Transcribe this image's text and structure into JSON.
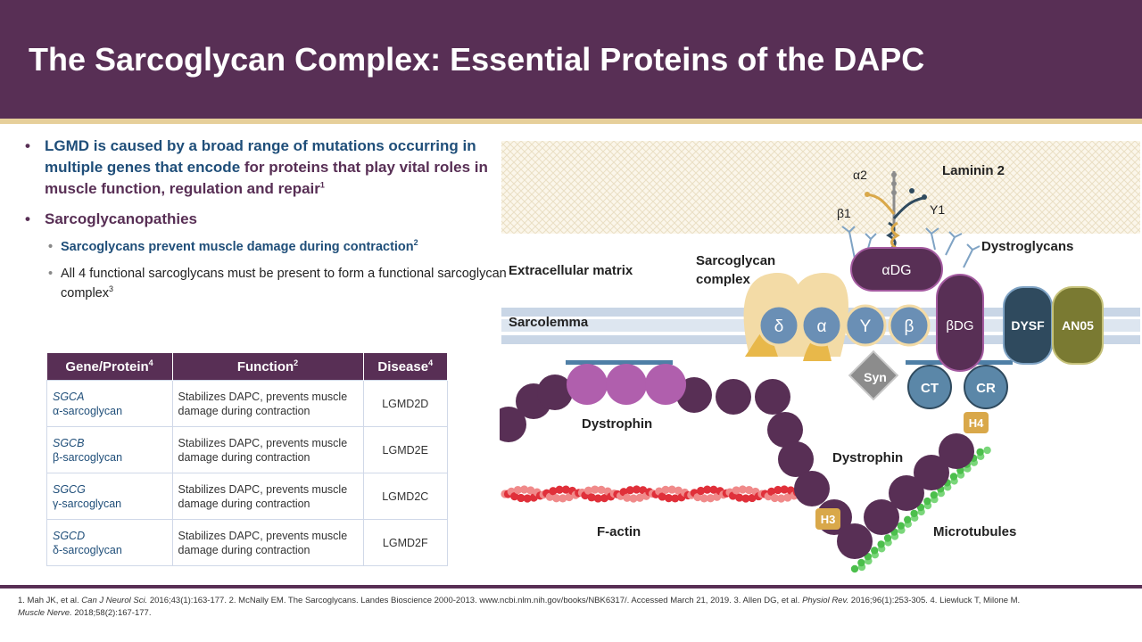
{
  "slide": {
    "title": "The Sarcoglycan Complex: Essential Proteins of the DAPC"
  },
  "bullets": {
    "main1_part1": "LGMD is caused by a broad range of mutations occurring in multiple genes that encode",
    "main1_part2": "for proteins that play vital roles in muscle function, regulation and repair",
    "main1_ref": "1",
    "main2": "Sarcoglycanopathies",
    "sub1": "Sarcoglycans prevent muscle damage during contraction",
    "sub1_ref": "2",
    "sub2": "All 4 functional sarcoglycans must be present to form a functional sarcoglycan complex",
    "sub2_ref": "3"
  },
  "table": {
    "headers": [
      {
        "label": "Gene/Protein",
        "ref": "4"
      },
      {
        "label": "Function",
        "ref": "2"
      },
      {
        "label": "Disease",
        "ref": "4"
      }
    ],
    "rows": [
      {
        "gene": "SGCA",
        "protein": "α-sarcoglycan",
        "function": "Stabilizes DAPC, prevents muscle damage during contraction",
        "disease": "LGMD2D"
      },
      {
        "gene": "SGCB",
        "protein": "β-sarcoglycan",
        "function": "Stabilizes DAPC, prevents muscle damage during contraction",
        "disease": "LGMD2E"
      },
      {
        "gene": "SGCG",
        "protein": "γ-sarcoglycan",
        "function": "Stabilizes DAPC, prevents muscle damage during contraction",
        "disease": "LGMD2C"
      },
      {
        "gene": "SGCD",
        "protein": "δ-sarcoglycan",
        "function": "Stabilizes DAPC, prevents muscle damage during contraction",
        "disease": "LGMD2F"
      }
    ]
  },
  "diagram": {
    "labels": {
      "alpha2": "α2",
      "laminin": "Laminin 2",
      "beta1": "β1",
      "gamma1": "Y1",
      "dystroglycans": "Dystroglycans",
      "ecm": "Extracellular matrix",
      "sgc1": "Sarcoglycan",
      "sgc2": "complex",
      "alphaDG": "αDG",
      "sarcolemma": "Sarcolemma",
      "sg_delta": "δ",
      "sg_alpha": "α",
      "sg_gamma": "Y",
      "sg_beta": "β",
      "betaDG": "βDG",
      "dysf": "DYSF",
      "ano5": "AN05",
      "syn": "Syn",
      "ct": "CT",
      "cr": "CR",
      "dystrophin1": "Dystrophin",
      "h4": "H4",
      "dystrophin2": "Dystrophin",
      "factin": "F-actin",
      "h3": "H3",
      "microtubules": "Microtubules"
    },
    "colors": {
      "dystrophin": "#582f55",
      "sarcoglycan_circle": "#6a8fb5",
      "hinge": "#d9a84a",
      "ct_cr": "#5b87a8",
      "dysf": "#2f4a5e",
      "ano5": "#7a7a32",
      "syn": "#8c8c8c",
      "factin": "#e0303a",
      "microtubule": "#4cbf4c"
    }
  },
  "references": {
    "r1a": "1. Mah JK, et al. ",
    "r1j": "Can J Neurol Sci.",
    "r1b": " 2016;43(1):163-177. 2. McNally EM. The Sarcoglycans. Landes Bioscience 2000-2013. www.ncbi.nlm.nih.gov/books/NBK6317/. Accessed March 21, 2019. 3. Allen DG, et al. ",
    "r1j2": "Physiol Rev.",
    "r1c": " 2016;96(1):253-305. 4. Liewluck T, Milone M. ",
    "r1j3": "Muscle Nerve.",
    "r1d": " 2018;58(2):167-177."
  }
}
